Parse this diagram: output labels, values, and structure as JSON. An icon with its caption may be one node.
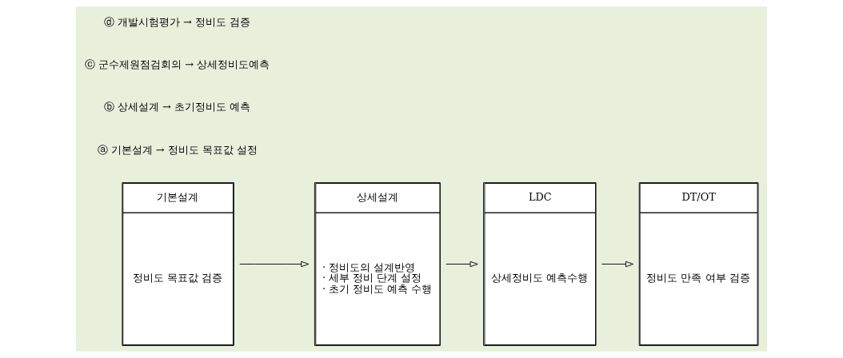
{
  "diagram": {
    "nodes": [
      {
        "text": [
          "기본설계",
          "정비도 목표값 검증"
        ]
      },
      {
        "text": [
          "상세설계",
          "· 정비도의 설계반영",
          "· 세부 정비 단계 설정",
          "· 초기 정비도 예측 수행"
        ]
      },
      {
        "text": [
          "LDC",
          "상세정비도 예측수행"
        ]
      },
      {
        "text": [
          "DT/OT",
          "정비도 만족 여부 검증"
        ]
      }
    ],
    "edges": [
      {
        "from": 0,
        "to": 1,
        "arrow": "to"
      },
      {
        "from": 1,
        "to": 2,
        "arrow": "to"
      },
      {
        "from": 2,
        "to": 3,
        "arrow": "to"
      }
    ],
    "labels": [
      "ⓐ 기본설계 → 정비도 목표값 설정",
      "ⓑ 상세설계 → 초기정비도 예측",
      "ⓒ 군수제원점검회의 → 상세정비도예측",
      "ⓓ 개발시험평가 → 정비도 검증"
    ]
  }
}
